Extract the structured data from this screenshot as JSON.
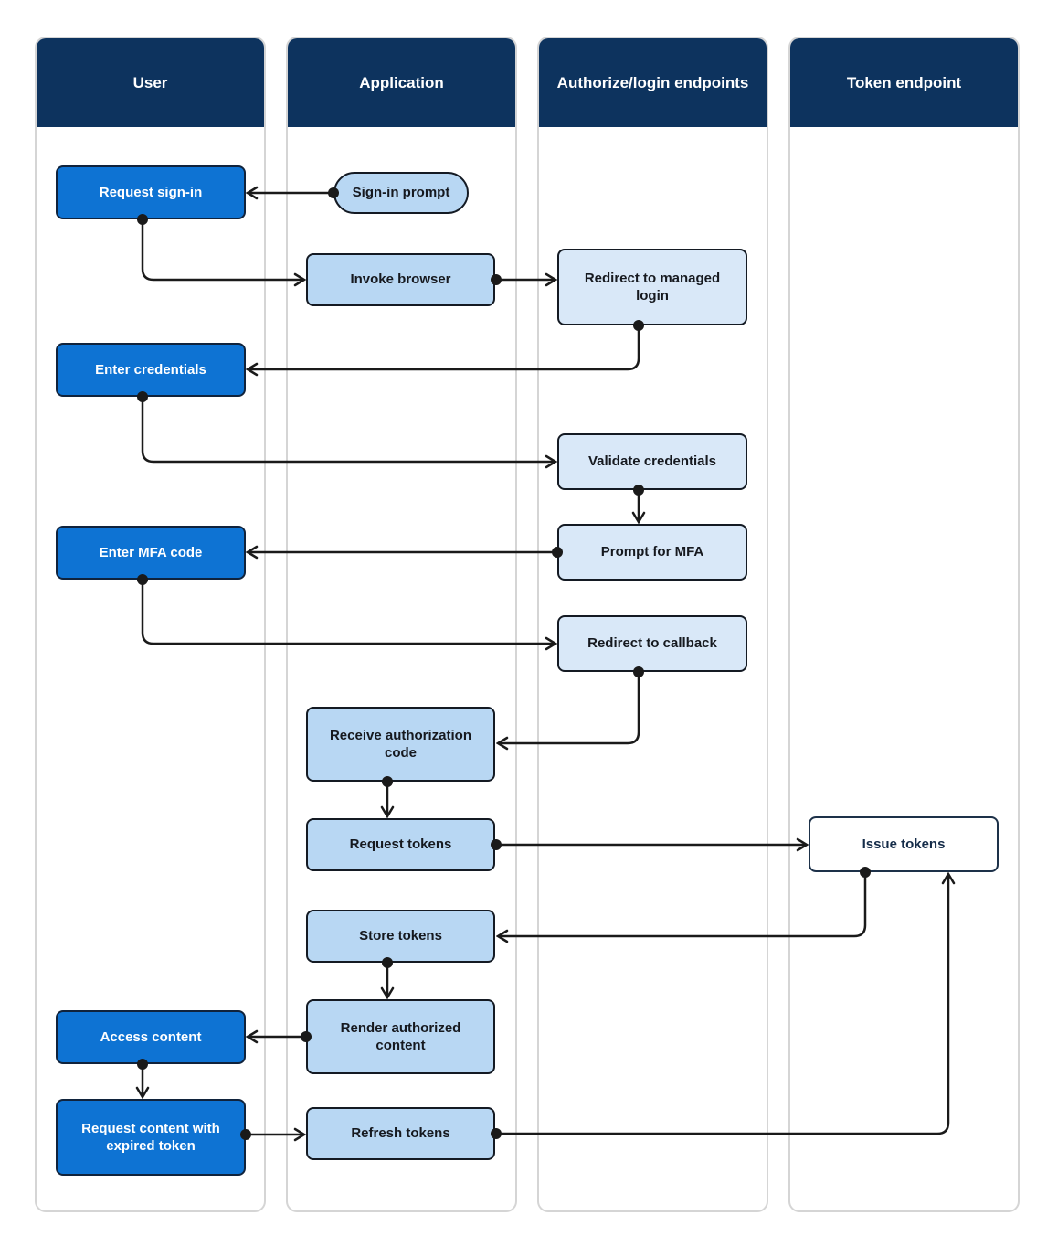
{
  "lanes": [
    {
      "id": "user",
      "label": "User"
    },
    {
      "id": "application",
      "label": "Application"
    },
    {
      "id": "authorize",
      "label": "Authorize/login endpoints"
    },
    {
      "id": "token",
      "label": "Token endpoint"
    }
  ],
  "nodes": {
    "request_sign_in": {
      "label": "Request sign-in",
      "lane": "User"
    },
    "enter_credentials": {
      "label": "Enter credentials",
      "lane": "User"
    },
    "enter_mfa_code": {
      "label": "Enter MFA code",
      "lane": "User"
    },
    "access_content": {
      "label": "Access content",
      "lane": "User"
    },
    "request_content_expired": {
      "label": "Request content with expired token",
      "lane": "User"
    },
    "sign_in_prompt": {
      "label": "Sign-in prompt",
      "lane": "Application"
    },
    "invoke_browser": {
      "label": "Invoke browser",
      "lane": "Application"
    },
    "receive_authorization_code": {
      "label": "Receive authorization code",
      "lane": "Application"
    },
    "request_tokens": {
      "label": "Request tokens",
      "lane": "Application"
    },
    "store_tokens": {
      "label": "Store tokens",
      "lane": "Application"
    },
    "render_authorized_content": {
      "label": "Render authorized content",
      "lane": "Application"
    },
    "refresh_tokens": {
      "label": "Refresh tokens",
      "lane": "Application"
    },
    "redirect_managed_login": {
      "label": "Redirect to managed login",
      "lane": "Authorize/login endpoints"
    },
    "validate_credentials": {
      "label": "Validate credentials",
      "lane": "Authorize/login endpoints"
    },
    "prompt_for_mfa": {
      "label": "Prompt for MFA",
      "lane": "Authorize/login endpoints"
    },
    "redirect_to_callback": {
      "label": "Redirect to callback",
      "lane": "Authorize/login endpoints"
    },
    "issue_tokens": {
      "label": "Issue tokens",
      "lane": "Token endpoint"
    }
  },
  "edges": [
    {
      "from": "sign_in_prompt",
      "to": "request_sign_in"
    },
    {
      "from": "request_sign_in",
      "to": "invoke_browser"
    },
    {
      "from": "invoke_browser",
      "to": "redirect_managed_login"
    },
    {
      "from": "redirect_managed_login",
      "to": "enter_credentials"
    },
    {
      "from": "enter_credentials",
      "to": "validate_credentials"
    },
    {
      "from": "validate_credentials",
      "to": "prompt_for_mfa"
    },
    {
      "from": "prompt_for_mfa",
      "to": "enter_mfa_code"
    },
    {
      "from": "enter_mfa_code",
      "to": "redirect_to_callback"
    },
    {
      "from": "redirect_to_callback",
      "to": "receive_authorization_code"
    },
    {
      "from": "receive_authorization_code",
      "to": "request_tokens"
    },
    {
      "from": "request_tokens",
      "to": "issue_tokens"
    },
    {
      "from": "issue_tokens",
      "to": "store_tokens"
    },
    {
      "from": "store_tokens",
      "to": "render_authorized_content"
    },
    {
      "from": "render_authorized_content",
      "to": "access_content"
    },
    {
      "from": "access_content",
      "to": "request_content_expired"
    },
    {
      "from": "request_content_expired",
      "to": "refresh_tokens"
    },
    {
      "from": "refresh_tokens",
      "to": "issue_tokens"
    }
  ],
  "colors": {
    "lane_header_bg": "#0d335e",
    "lane_border": "#d5d5d5",
    "user_box_fill": "#0e73d3",
    "application_box_fill": "#b8d7f3",
    "authorize_box_fill": "#d9e8f8",
    "token_box_fill": "#ffffff",
    "connector": "#1a1a1a"
  }
}
